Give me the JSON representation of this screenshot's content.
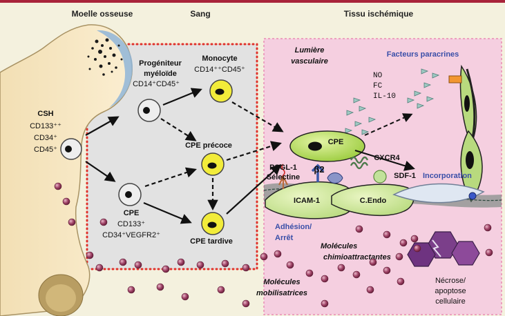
{
  "headers": {
    "bone_marrow": "Moelle osseuse",
    "blood": "Sang",
    "ischemic_tissue": "Tissu ischémique"
  },
  "cells": {
    "csh": {
      "name": "CSH",
      "markers": [
        "CD133⁺⁺",
        "CD34⁺",
        "CD45⁺"
      ]
    },
    "myeloid_progenitor": {
      "name_line1": "Progéniteur",
      "name_line2": "myéloïde",
      "markers": "CD14⁺CD45⁺"
    },
    "monocyte": {
      "name": "Monocyte",
      "markers": "CD14⁺⁺CD45⁺"
    },
    "cpe_early": {
      "name": "CPE précoce"
    },
    "cpe_blood": {
      "name": "CPE",
      "markers_line1": "CD133⁺",
      "markers_line2": "CD34⁺VEGFR2⁺"
    },
    "cpe_late": {
      "name": "CPE tardive"
    },
    "cpe_tissue": {
      "name": "CPE"
    }
  },
  "tissue": {
    "vascular_lumen_line1": "Lumière",
    "vascular_lumen_line2": "vasculaire",
    "paracrine_factors": "Facteurs paracrines",
    "paracrine_list": [
      "NO",
      "FC",
      "IL-10"
    ],
    "psgl1": "PSGL-1",
    "selectin": "Sélectine",
    "beta2": "β2",
    "cxcr4": "CXCR4",
    "sdf1": "SDF-1",
    "icam1": "ICAM-1",
    "c_endo": "C.Endo",
    "incorporation": "Incorporation",
    "adhesion_line1": "Adhésion/",
    "adhesion_line2": "Arrêt",
    "chemo_line1": "Molécules",
    "chemo_line2": "chimioattractantes",
    "mobil_line1": "Molécules",
    "mobil_line2": "mobilisatrices",
    "necrosis_line1": "Nécrose/",
    "necrosis_line2": "apoptose",
    "necrosis_line3": "cellulaire"
  },
  "colors": {
    "background": "#f4f1de",
    "bone": "#f7e8c4",
    "blood_panel": "#e2e2e2",
    "tissue_panel": "#f5cfe0",
    "cell_yellow": "#f2ec3a",
    "cell_green": "#bde06a",
    "dotted_red": "#e0312a",
    "blue_text": "#3a4fa8",
    "molecule": "#8d2f52",
    "necrosis": "#7b3f8a"
  }
}
